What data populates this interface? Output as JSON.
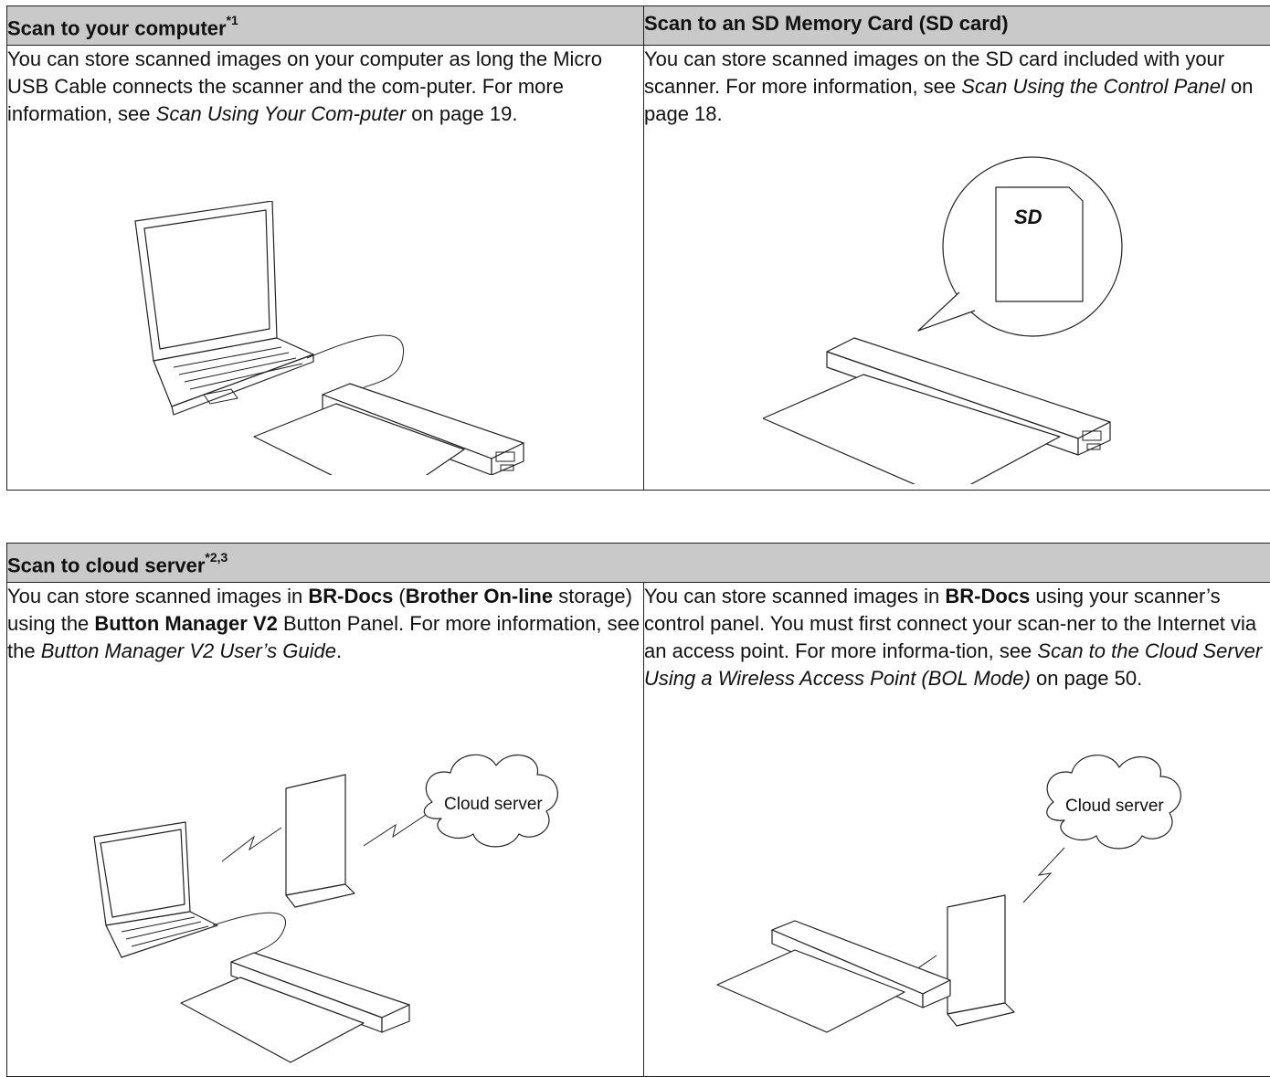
{
  "section1": {
    "col1": {
      "heading": "Scan to your computer",
      "heading_sup": "*1",
      "p1": "You can store scanned images on your computer as long the Micro USB Cable connects the scanner and the com-puter. For more information, see ",
      "link": "Scan Using Your Com-puter",
      "p2": " on page 19."
    },
    "col2": {
      "heading": "Scan to an SD Memory Card (SD card)",
      "p1": "You can store scanned images on the SD card included with your scanner. For more information, see ",
      "link": "Scan Using the Control Panel",
      "p2": " on page 18.",
      "sd_logo": "SD"
    }
  },
  "section2": {
    "heading": "Scan to cloud server",
    "heading_sup": "*2,3",
    "col1": {
      "t1": "You can store scanned images in ",
      "b1": "BR-Docs",
      "t2": " (",
      "b2": "Brother On-line",
      "t3": " storage) using the ",
      "b3": "Button Manager V2",
      "t4": " Button Panel. For more information, see the ",
      "i1": "Button Manager V2 User’s Guide",
      "t5": ".",
      "cloud_label": "Cloud server"
    },
    "col2": {
      "t1": "You can store scanned images in ",
      "b1": "BR-Docs",
      "t2": " using your scanner’s control panel. You must first connect your scan-ner to the Internet via an access point. For more informa-tion, see ",
      "i1": "Scan to the Cloud Server Using a Wireless Access Point (BOL Mode)",
      "t3": " on page 50.",
      "cloud_label": "Cloud server"
    }
  }
}
